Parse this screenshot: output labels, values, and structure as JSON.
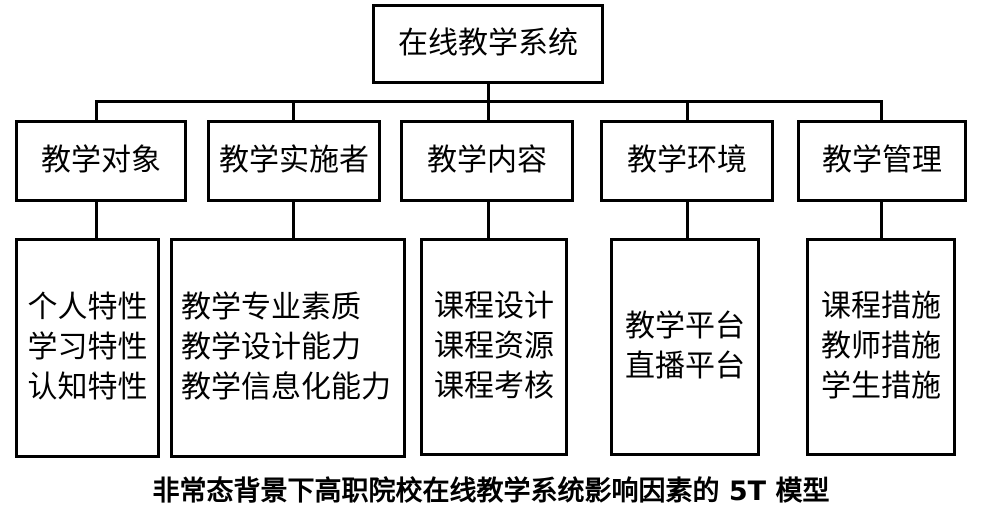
{
  "root": {
    "label": "在线教学系统"
  },
  "categories": [
    {
      "label": "教学对象",
      "items": [
        "个人特性",
        "学习特性",
        "认知特性"
      ]
    },
    {
      "label": "教学实施者",
      "items": [
        "教学专业素质",
        "教学设计能力",
        "教学信息化能力"
      ]
    },
    {
      "label": "教学内容",
      "items": [
        "课程设计",
        "课程资源",
        "课程考核"
      ]
    },
    {
      "label": "教学环境",
      "items": [
        "教学平台",
        "直播平台"
      ]
    },
    {
      "label": "教学管理",
      "items": [
        "课程措施",
        "教师措施",
        "学生措施"
      ]
    }
  ],
  "caption": "非常态背景下高职院校在线教学系统影响因素的 5T 模型"
}
